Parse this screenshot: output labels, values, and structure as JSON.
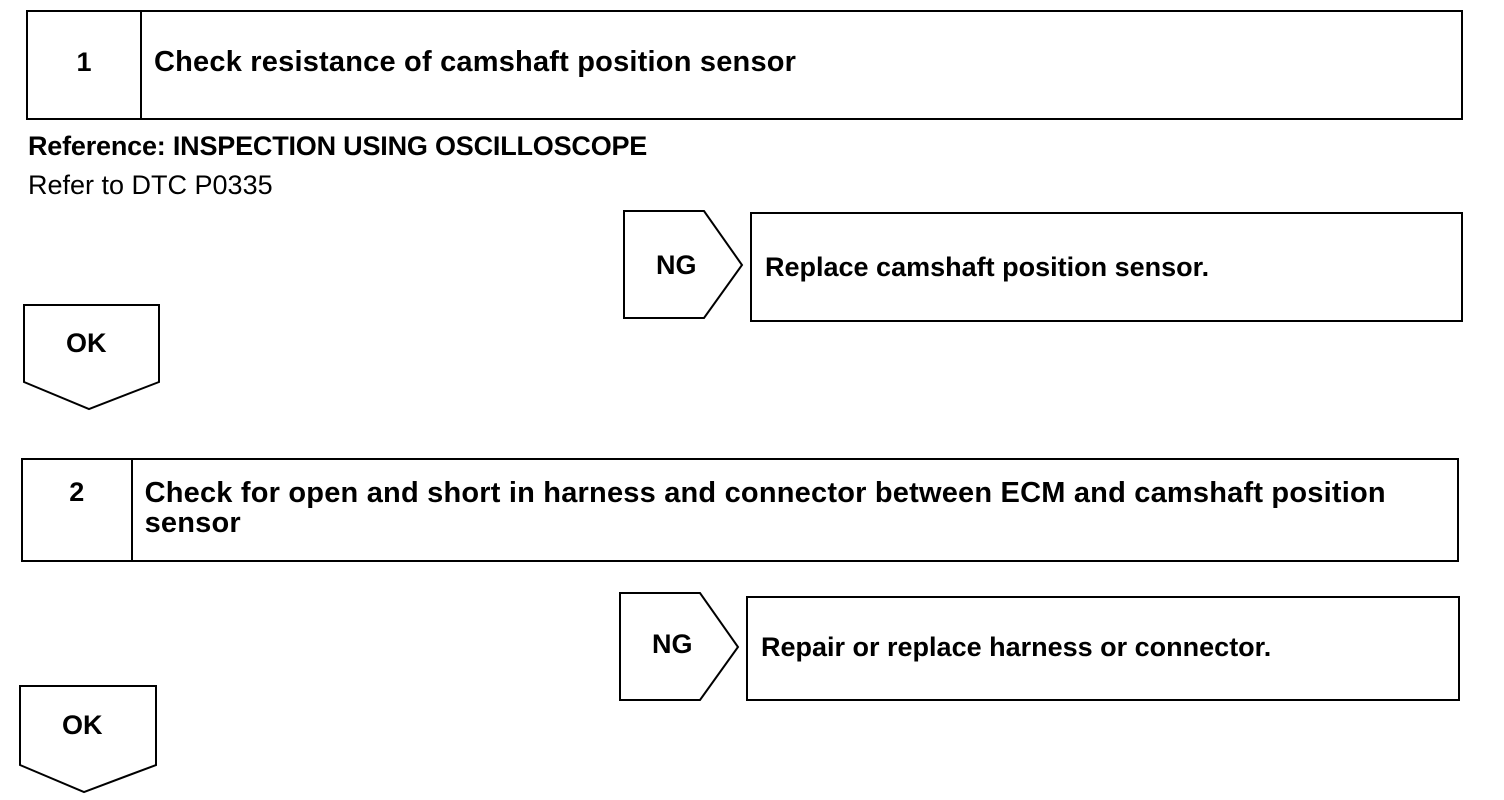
{
  "steps": [
    {
      "number": "1",
      "text": "Check resistance of camshaft position sensor"
    },
    {
      "number": "2",
      "text": "Check for open and short in harness and connector between ECM and camshaft position sensor"
    }
  ],
  "reference": {
    "title": "Reference: INSPECTION USING OSCILLOSCOPE",
    "text": "Refer to DTC P0335"
  },
  "branches": [
    {
      "ng_label": "NG",
      "ng_action": "Replace camshaft position sensor.",
      "ok_label": "OK"
    },
    {
      "ng_label": "NG",
      "ng_action": "Repair or replace harness or connector.",
      "ok_label": "OK"
    }
  ]
}
